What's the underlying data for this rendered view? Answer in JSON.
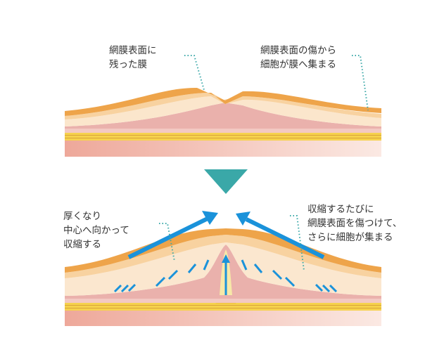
{
  "top_panel": {
    "label_left": [
      "網膜表面に",
      "残った膜"
    ],
    "label_right": [
      "網膜表面の傷から",
      "細胞が膜へ集まる"
    ]
  },
  "bottom_panel": {
    "label_left": [
      "厚くなり",
      "中心へ向かって",
      "収縮する"
    ],
    "label_right": [
      "収縮するたびに",
      "網膜表面を傷つけて、",
      "さらに細胞が集まる"
    ]
  },
  "colors": {
    "membrane": "#eea44a",
    "cream": "#f8dcb6",
    "retina_pink": "#eab1ac",
    "yellow": "#f6d24c",
    "arrow_blue": "#1a92da",
    "teal": "#3aa8a8"
  }
}
